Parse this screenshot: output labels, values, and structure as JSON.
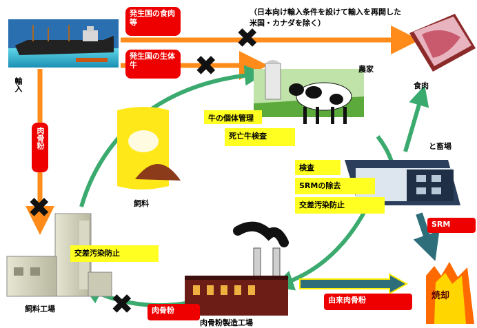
{
  "colors": {
    "orange_arrow": "#ff8c1a",
    "green_arrow": "#3aaa6e",
    "teal_arrow": "#2e6d7a",
    "red_box": "#ee0000",
    "yellow_box": "#ffff22"
  },
  "import": {
    "label": "輸入",
    "ship_icon": "cargo-ship-icon"
  },
  "red_labels": {
    "meat_from_origin": "発生国の食肉等",
    "live_cattle_from_origin": "発生国の生体牛",
    "meat_bone_meal_vertical": "肉骨粉",
    "srm": "SRM",
    "meat_derived_bone_meal": "由来肉骨粉",
    "meat_bone_meal_bottom": "肉骨粉"
  },
  "note": "（日本向け輸入条件を設けて輸入を再開した米国・カナダを除く）",
  "nodes": {
    "farm": "農家",
    "meat": "食肉",
    "slaughterhouse": "と畜場",
    "feed": "飼料",
    "feed_factory": "飼料工場",
    "rendering_plant": "肉骨粉製造工場",
    "incineration": "焼却"
  },
  "yellow_labels": {
    "individual_management": "牛の個体管理",
    "dead_cattle_inspection": "死亡牛検査",
    "inspection": "検査",
    "srm_removal": "SRMの除去",
    "cross_contamination_farm": "交差汚染防止",
    "cross_contamination_feed": "交差汚染防止"
  }
}
